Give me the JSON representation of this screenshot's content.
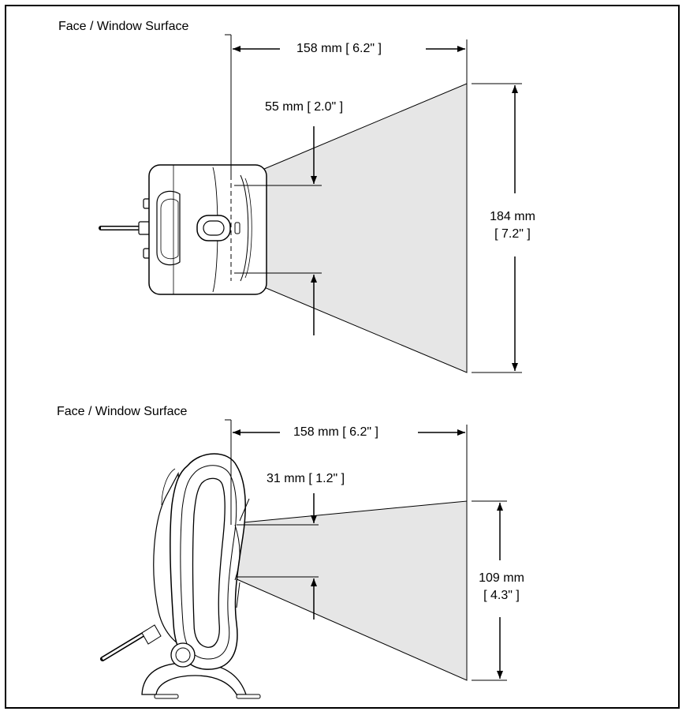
{
  "figure": {
    "top": {
      "face_label": "Face / Window Surface",
      "depth_dim": "158 mm [ 6.2\" ]",
      "near_dim": "55 mm [ 2.0\" ]",
      "far_dim_line1": "184 mm",
      "far_dim_line2": "[ 7.2\" ]"
    },
    "bottom": {
      "face_label": "Face / Window Surface",
      "depth_dim": "158 mm [ 6.2\" ]",
      "near_dim": "31 mm [ 1.2\" ]",
      "far_dim_line1": "109 mm",
      "far_dim_line2": "[ 4.3\" ]"
    }
  },
  "colors": {
    "scan_field": "#e6e6e6",
    "line": "#000000"
  }
}
